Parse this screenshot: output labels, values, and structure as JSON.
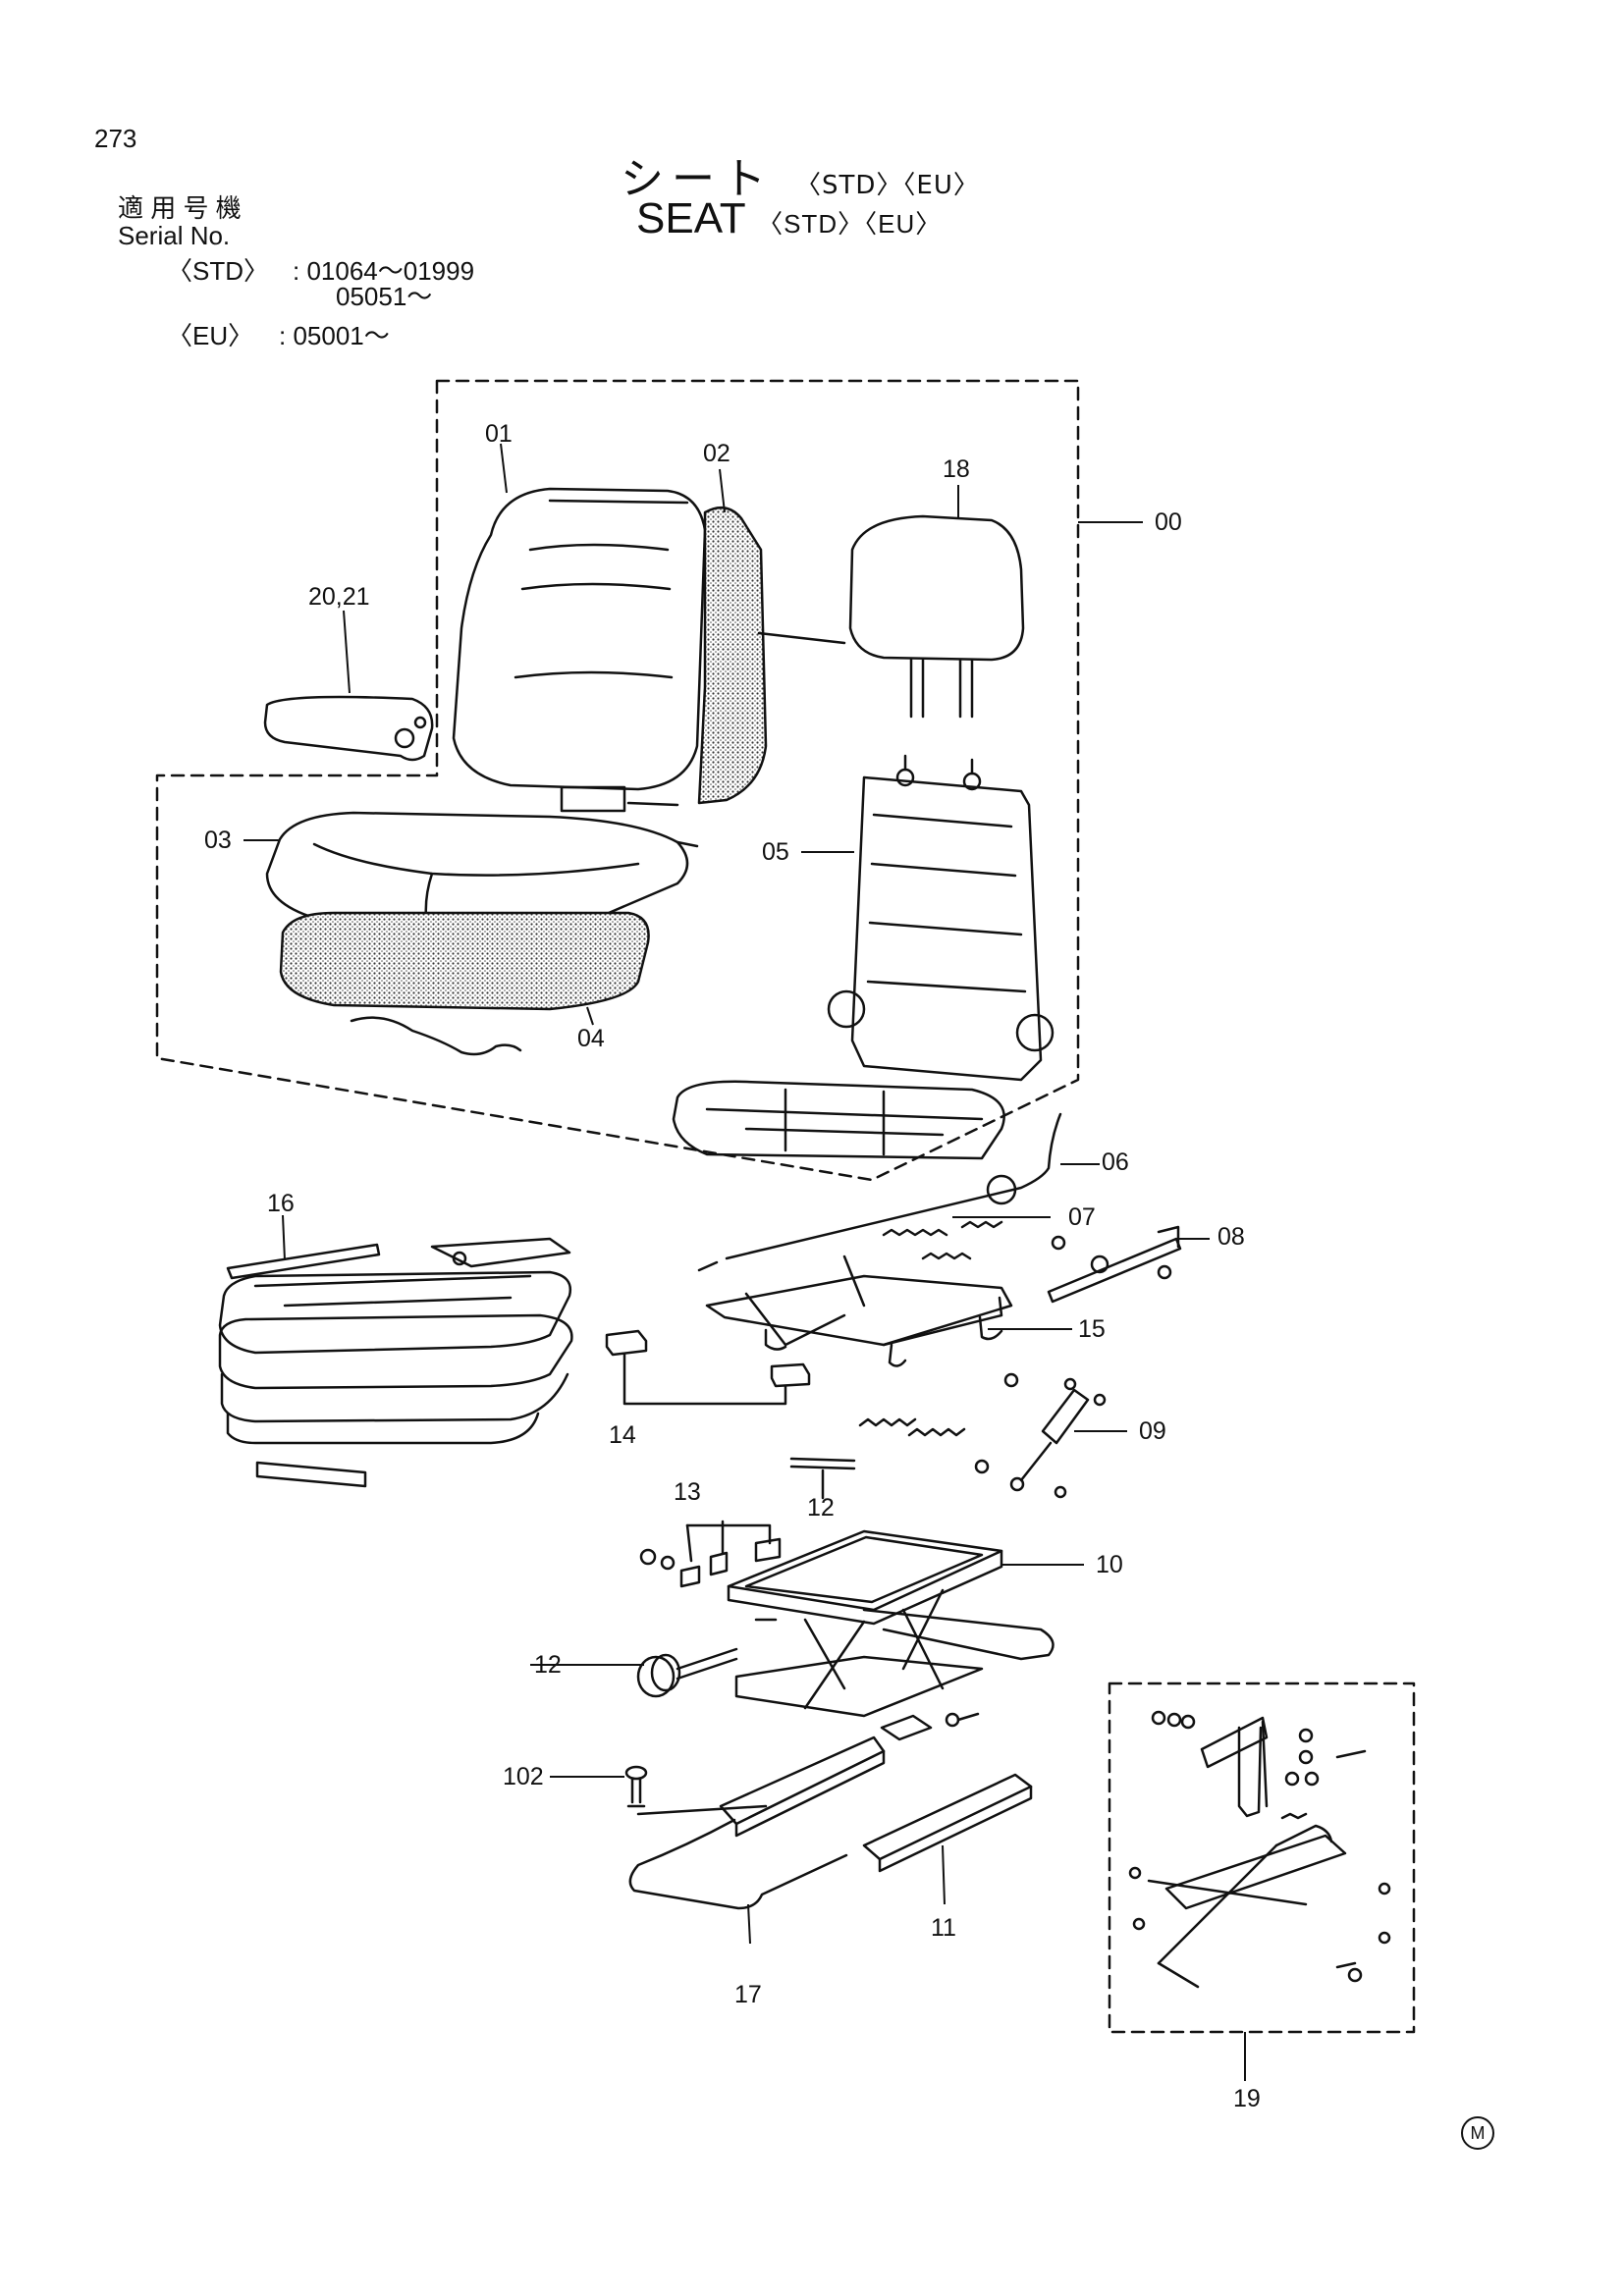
{
  "page_number": "273",
  "title_jp": "シート",
  "title_en": "SEAT",
  "tags": [
    "〈STD〉",
    "〈EU〉"
  ],
  "serial": {
    "label_jp": "適 用 号 機",
    "label_en": "Serial No.",
    "rows": [
      {
        "tag": "〈STD〉",
        "value": ": 01064〜01999"
      },
      {
        "tag": "",
        "value": "05051〜"
      },
      {
        "tag": "〈EU〉",
        "value": ": 05001〜"
      }
    ]
  },
  "callouts": [
    "01",
    "02",
    "18",
    "00",
    "20,21",
    "03",
    "05",
    "04",
    "06",
    "07",
    "08",
    "16",
    "15",
    "14",
    "09",
    "12",
    "13",
    "10",
    "12",
    "102",
    "11",
    "17",
    "19"
  ],
  "mfg_mark": "M"
}
